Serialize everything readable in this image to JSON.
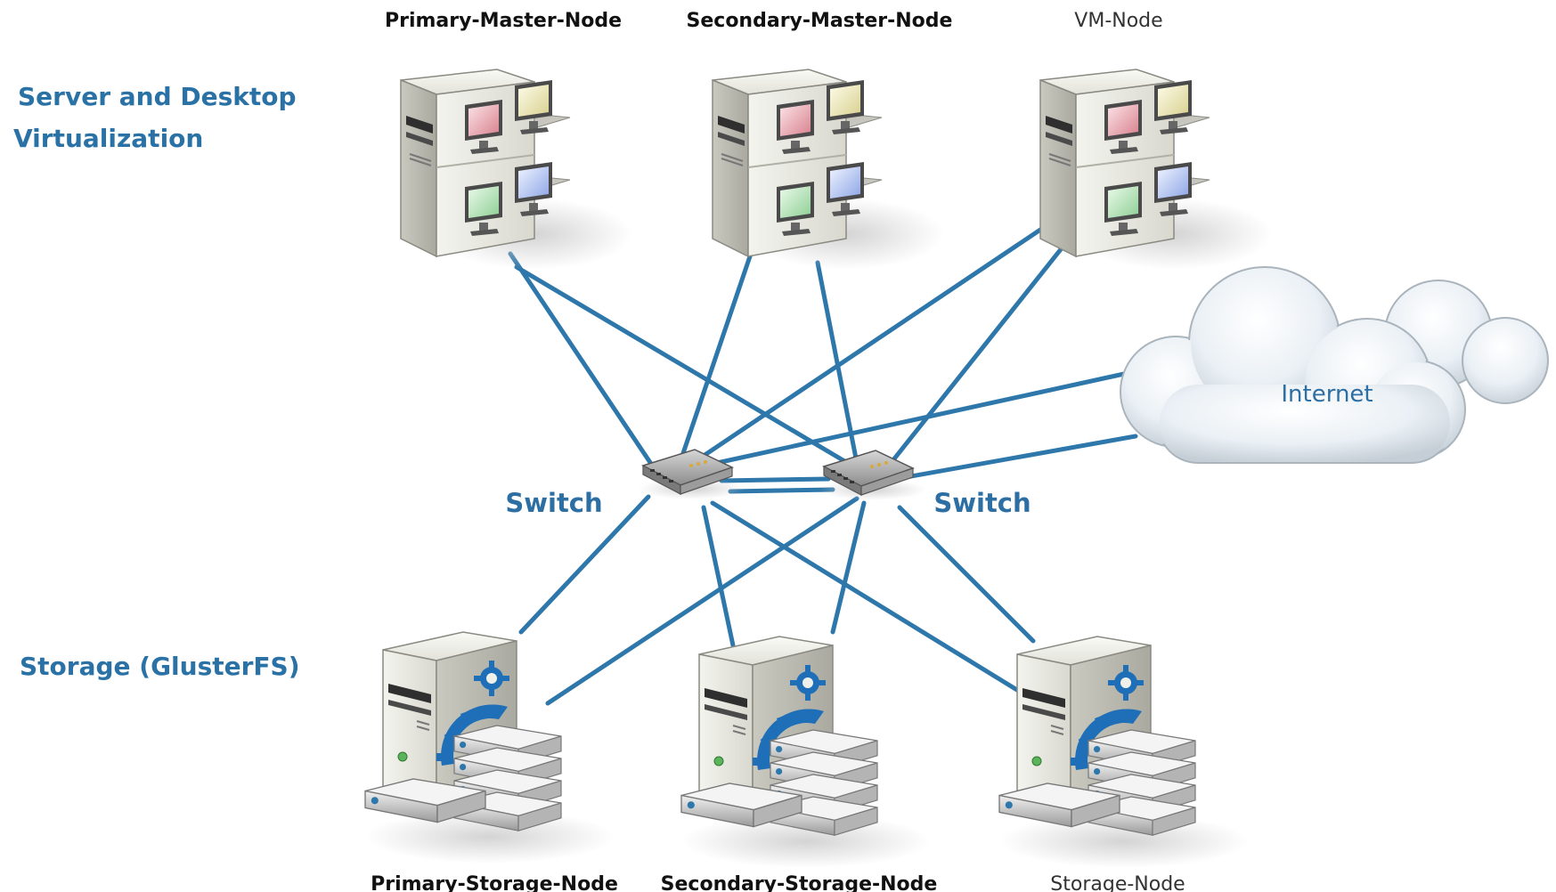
{
  "sections": {
    "virtualization_line1": "Server and Desktop",
    "virtualization_line2": "Virtualization",
    "storage": "Storage (GlusterFS)"
  },
  "nodes": {
    "primary_master": "Primary-Master-Node",
    "secondary_master": "Secondary-Master-Node",
    "vm_node": "VM-Node",
    "primary_storage": "Primary-Storage-Node",
    "secondary_storage": "Secondary-Storage-Node",
    "storage_node": "Storage-Node"
  },
  "switches": {
    "left": "Switch",
    "right": "Switch"
  },
  "cloud": {
    "label": "Internet"
  },
  "colors": {
    "link": "#2e77ab",
    "label_blue": "#2a72a6"
  }
}
